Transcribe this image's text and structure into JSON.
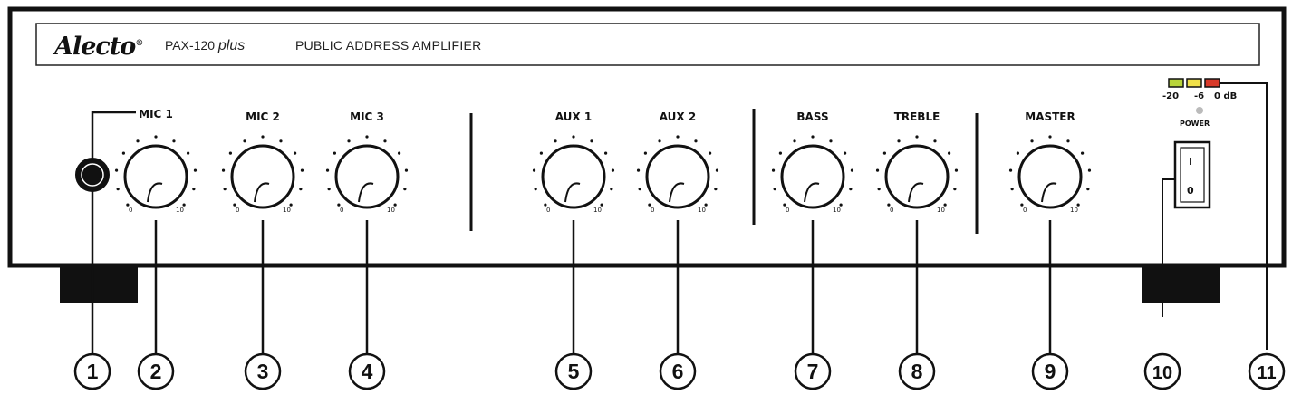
{
  "header": {
    "brand": "Alecto",
    "model_prefix": "PAX-120",
    "model_suffix": "plus",
    "subtitle": "PUBLIC ADDRESS AMPLIFIER"
  },
  "knobs": [
    {
      "id": "mic1",
      "label": "MIC 1",
      "callout": "2"
    },
    {
      "id": "mic2",
      "label": "MIC 2",
      "callout": "3"
    },
    {
      "id": "mic3",
      "label": "MIC 3",
      "callout": "4"
    },
    {
      "id": "aux1",
      "label": "AUX 1",
      "callout": "5"
    },
    {
      "id": "aux2",
      "label": "AUX 2",
      "callout": "6"
    },
    {
      "id": "bass",
      "label": "BASS",
      "callout": "7"
    },
    {
      "id": "treble",
      "label": "TREBLE",
      "callout": "8"
    },
    {
      "id": "master",
      "label": "MASTER",
      "callout": "9"
    }
  ],
  "scale": {
    "min": "0",
    "max": "10"
  },
  "jack": {
    "callout": "1"
  },
  "power": {
    "label": "POWER",
    "on": "I",
    "off": "0",
    "callout": "10"
  },
  "vu": {
    "labels": [
      "-20",
      "-6",
      "0 dB"
    ],
    "colors": [
      "#b8d43a",
      "#f0e048",
      "#d83a2a"
    ],
    "callout": "11"
  }
}
